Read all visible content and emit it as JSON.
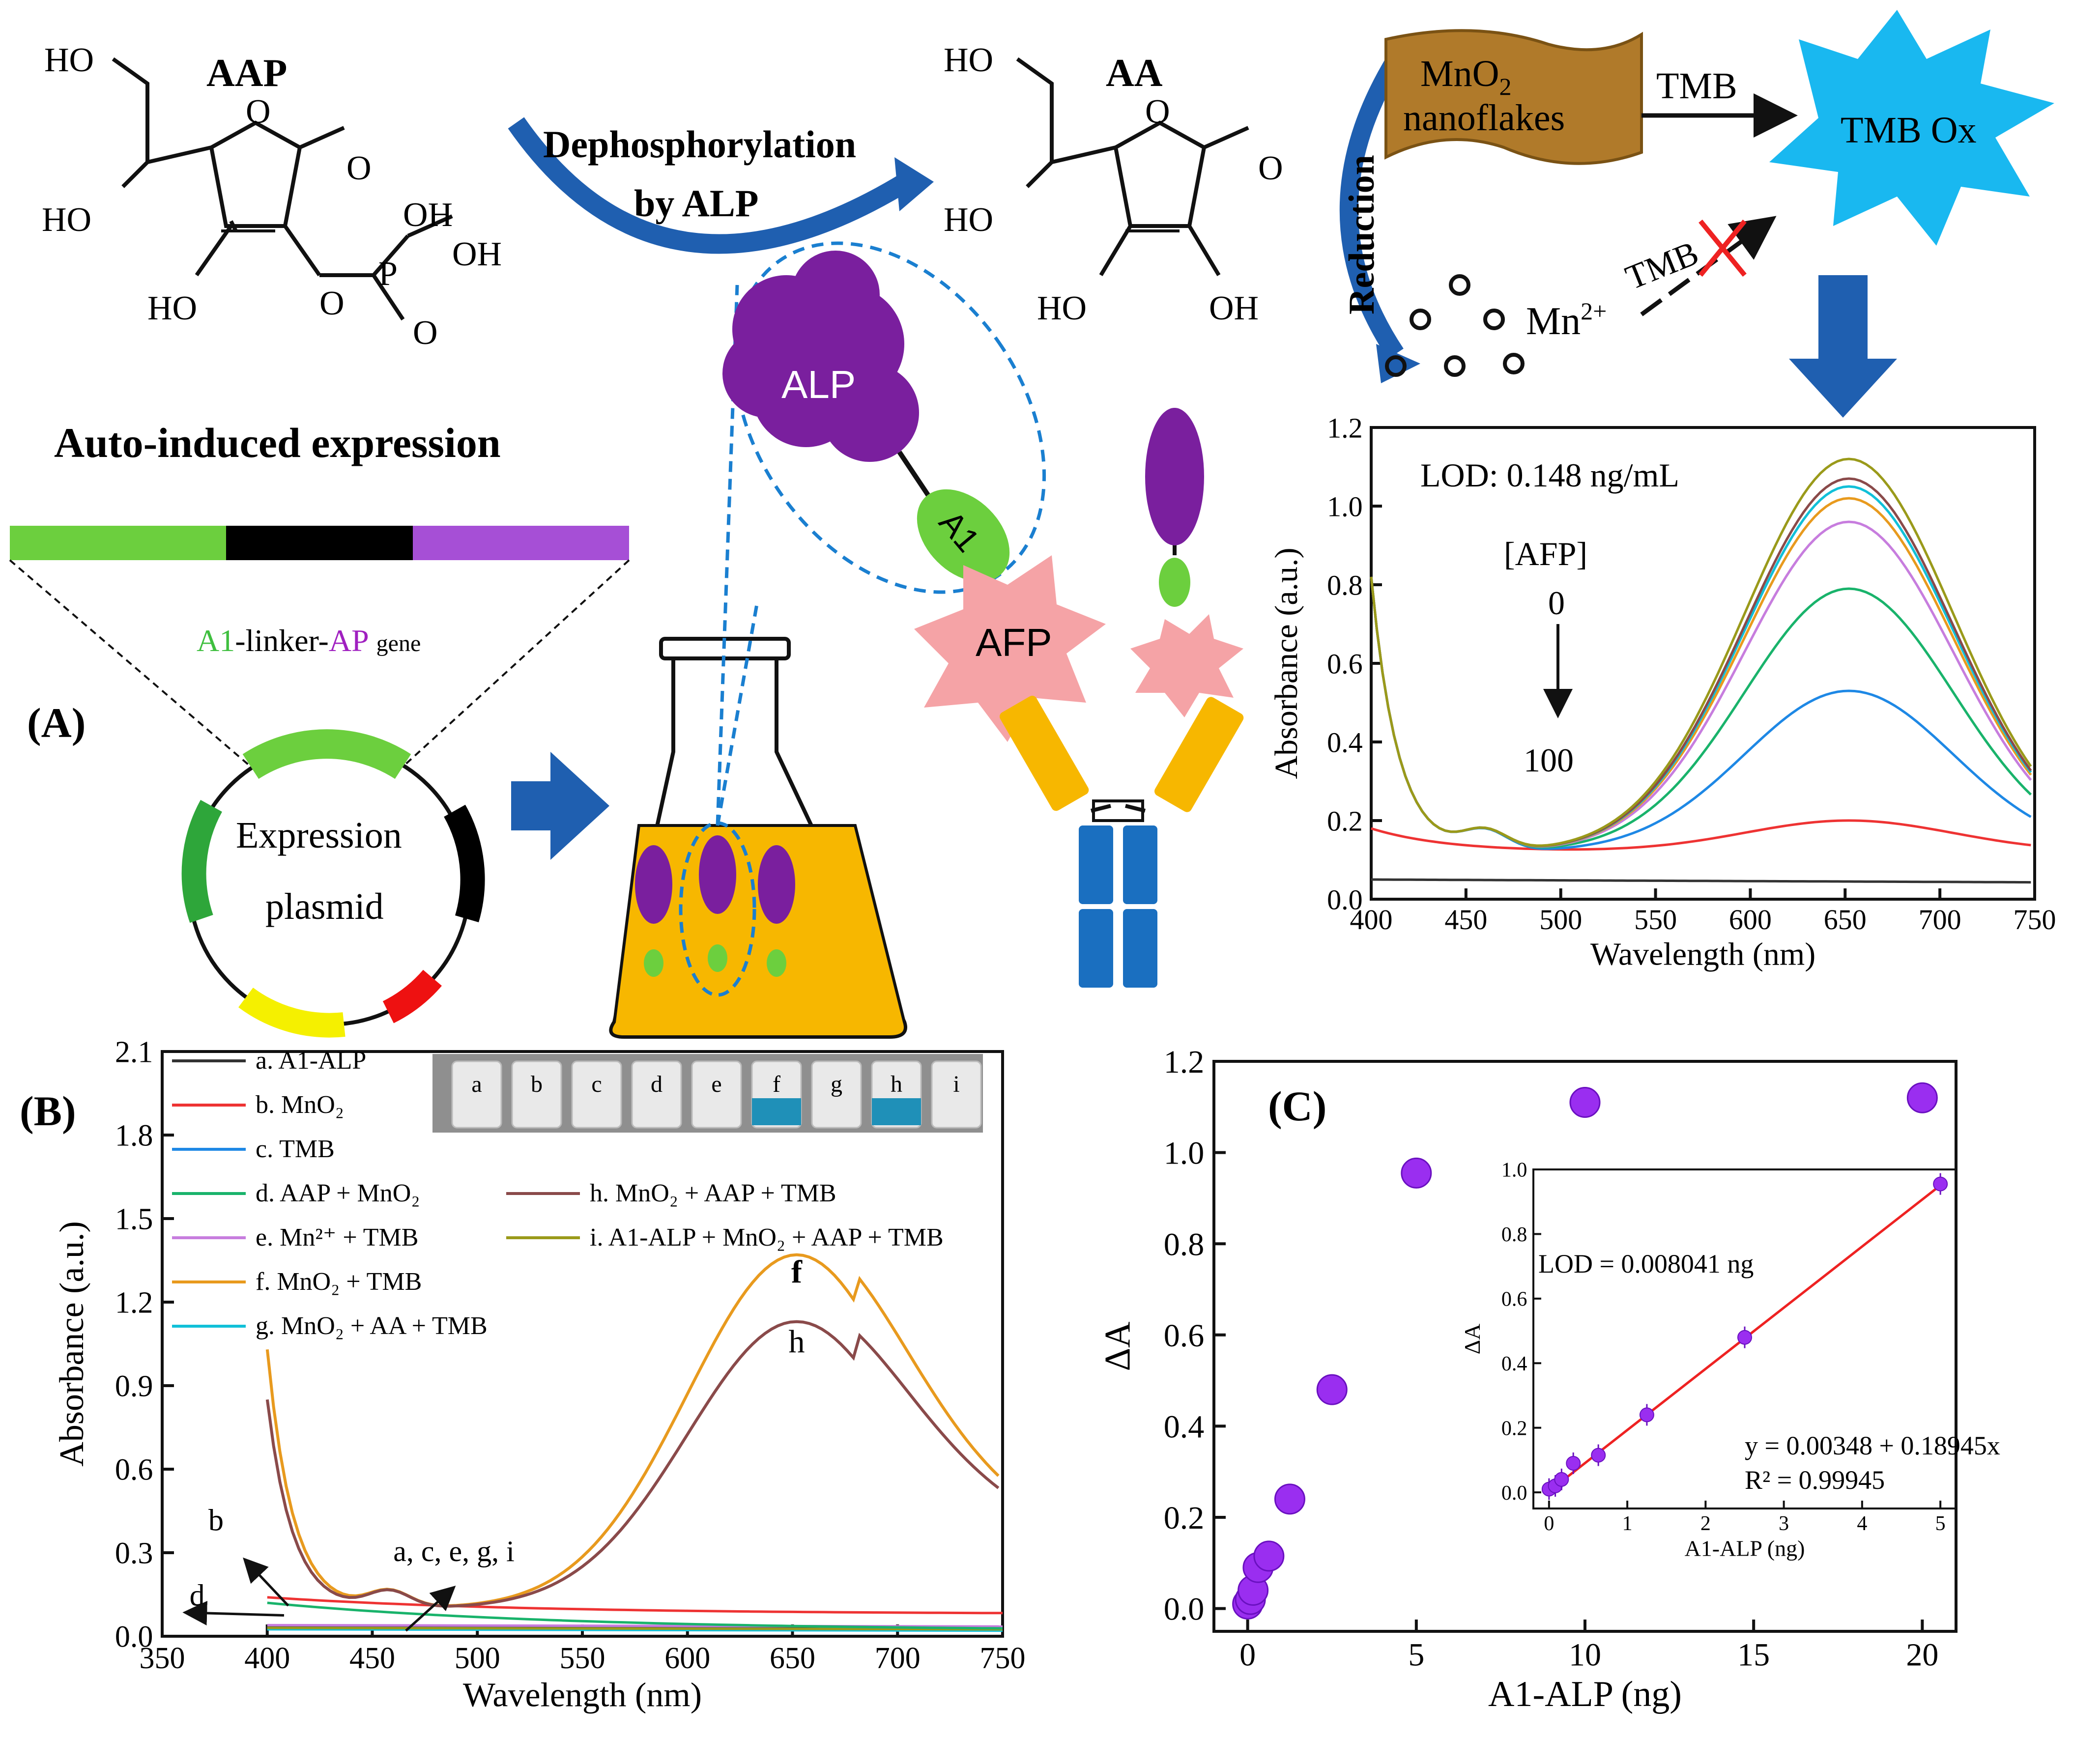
{
  "panel_A": {
    "label": "(A)",
    "aap": {
      "name": "AAP",
      "ho_top": "HO",
      "ho_mid": "HO",
      "ho_bottom": "HO",
      "o_ring": "O",
      "o_carbonyl": "O",
      "o_phos": "O",
      "p": "P",
      "oh1": "OH",
      "oh2": "OH",
      "o_dbl": "O"
    },
    "aa": {
      "name": "AA",
      "ho_top": "HO",
      "ho_mid": "HO",
      "ho_bottom": "HO",
      "oh_bottom": "OH",
      "o_ring": "O",
      "o_carbonyl": "O"
    },
    "dephos_line1": "Dephosphorylation",
    "dephos_line2": "by ALP",
    "reduction": "Reduction",
    "mno2_line1": "MnO",
    "mno2_sub": "2",
    "mno2_line2": "nanoflakes",
    "tmb_top": "TMB",
    "tmb_ox": "TMB Ox",
    "mn_ion": "Mn",
    "mn_sup": "2+",
    "tmb_blocked": "TMB",
    "expression_title": "Auto-induced expression",
    "gene_a1": "A1",
    "gene_linker": "-linker-",
    "gene_ap": "AP",
    "gene_suffix": "gene",
    "plasmid_line1": "Expression",
    "plasmid_line2": "plasmid",
    "alp": "ALP",
    "a1": "A1",
    "afp": "AFP",
    "colors": {
      "green": "#6ccf3e",
      "purple": "#8a2aa8",
      "blue_arrow": "#1f5fb0",
      "afp_pink": "#f5a3a6",
      "antibody_blue": "#1a6fc0",
      "antibody_yellow": "#f7b700",
      "brown": "#b07a2a",
      "tmb_ox": "#19b8f0"
    }
  },
  "chart_data": [
    {
      "panel": "A-inset",
      "type": "line",
      "xlabel": "Wavelength (nm)",
      "ylabel": "Absorbance (a.u.)",
      "xlim": [
        400,
        750
      ],
      "ylim": [
        0.0,
        1.2
      ],
      "xticks": [
        400,
        450,
        500,
        550,
        600,
        650,
        700,
        750
      ],
      "yticks": [
        0.0,
        0.2,
        0.4,
        0.6,
        0.8,
        1.0,
        1.2
      ],
      "annotation_lod": "LOD: 0.148 ng/mL",
      "annotation_afp": "[AFP]",
      "annotation_start": "0",
      "annotation_end": "100",
      "series_peak_650": [
        0.05,
        0.18,
        0.51,
        0.77,
        0.94,
        1.0,
        1.03,
        1.05,
        1.1
      ],
      "series_colors": [
        "#333333",
        "#ee3333",
        "#1e88e5",
        "#19b36b",
        "#c77dde",
        "#e89a1e",
        "#11c0d8",
        "#8a4a4a",
        "#9a9a1a"
      ]
    },
    {
      "panel": "B",
      "type": "line",
      "label": "(B)",
      "xlabel": "Wavelength (nm)",
      "ylabel": "Absorbance (a.u.)",
      "xlim": [
        350,
        750
      ],
      "ylim": [
        0.0,
        2.1
      ],
      "xticks": [
        350,
        400,
        450,
        500,
        550,
        600,
        650,
        700,
        750
      ],
      "yticks": [
        0.0,
        0.3,
        0.6,
        0.9,
        1.2,
        1.5,
        1.8,
        2.1
      ],
      "legend": [
        {
          "text": "a. A1-ALP",
          "color": "#333333"
        },
        {
          "text": "b. MnO₂",
          "color": "#ee3333"
        },
        {
          "text": "c. TMB",
          "color": "#1e88e5"
        },
        {
          "text": "d. AAP + MnO₂",
          "color": "#19b36b"
        },
        {
          "text": "e. Mn²⁺ + TMB",
          "color": "#c77dde"
        },
        {
          "text": "f. MnO₂ + TMB",
          "color": "#e89a1e"
        },
        {
          "text": "g. MnO₂ + AA + TMB",
          "color": "#11c0d8"
        },
        {
          "text": "h. MnO₂ + AAP + TMB",
          "color": "#8a4a4a"
        },
        {
          "text": "i. A1-ALP + MnO₂ + AAP + TMB",
          "color": "#9a9a1a"
        }
      ],
      "vial_labels": [
        "a",
        "b",
        "c",
        "d",
        "e",
        "f",
        "g",
        "h",
        "i"
      ],
      "curve_f_peak": {
        "x": 650,
        "y": 1.37
      },
      "curve_h_peak": {
        "x": 652,
        "y": 1.13
      },
      "label_f": "f",
      "label_h": "h",
      "label_b": "b",
      "label_d": "d",
      "label_group": "a, c, e, g, i"
    },
    {
      "panel": "C",
      "type": "scatter",
      "label": "(C)",
      "xlabel": "A1-ALP (ng)",
      "ylabel": "ΔA",
      "xlim": [
        -1,
        21
      ],
      "ylim": [
        -0.05,
        1.2
      ],
      "xticks": [
        0,
        5,
        10,
        15,
        20
      ],
      "yticks": [
        0.0,
        0.2,
        0.4,
        0.6,
        0.8,
        1.0,
        1.2
      ],
      "x": [
        0,
        0.08,
        0.16,
        0.31,
        0.63,
        1.25,
        2.5,
        5,
        10,
        20
      ],
      "y": [
        0.01,
        0.02,
        0.04,
        0.09,
        0.115,
        0.24,
        0.48,
        0.955,
        1.11,
        1.12
      ],
      "inset": {
        "xlabel": "A1-ALP (ng)",
        "ylabel": "ΔA",
        "xlim": [
          -0.2,
          5.2
        ],
        "ylim": [
          -0.05,
          1.0
        ],
        "xticks": [
          0,
          1,
          2,
          3,
          4,
          5
        ],
        "yticks": [
          0.0,
          0.2,
          0.4,
          0.6,
          0.8,
          1.0
        ],
        "x": [
          0,
          0.08,
          0.16,
          0.31,
          0.63,
          1.25,
          2.5,
          5
        ],
        "y": [
          0.01,
          0.02,
          0.04,
          0.09,
          0.115,
          0.24,
          0.48,
          0.955
        ],
        "lod": "LOD = 0.008041 ng",
        "equation": "y = 0.00348 + 0.18945x",
        "r2": "R² = 0.99945"
      }
    }
  ]
}
